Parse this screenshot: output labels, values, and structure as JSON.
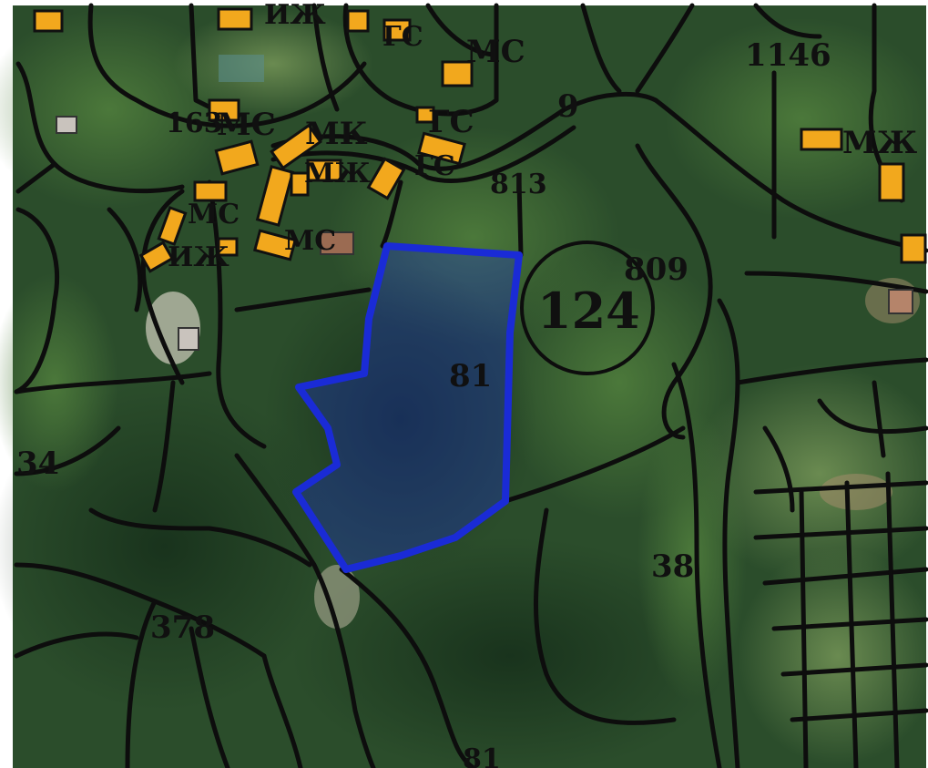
{
  "map": {
    "type": "cadastral-map-over-satellite-imagery",
    "parcel_labels": {
      "p_1146": "1146",
      "p_163": "163",
      "p_813": "813",
      "p_809": "809",
      "p_124": "124",
      "p_81": "81",
      "p_34": "34",
      "p_38": "38",
      "p_378": "378",
      "p_81b": "81",
      "p_9": "9"
    },
    "building_codes": {
      "mc_top": "МС",
      "gc_top": "ГС",
      "izh_topleft": "ИЖ",
      "mzh_right": "МЖ",
      "mk": "МК",
      "mc_mid": "МС",
      "gc_mid": "ГС",
      "mzh_mid": "МЖ",
      "mc_left": "МС",
      "izh_left": "ИЖ",
      "mc_center": "МС",
      "gc_small": "ГС",
      "mc_163": "МС"
    },
    "colors": {
      "vegetation_dark": "#1f3a22",
      "vegetation_mid": "#2f5a2c",
      "vegetation_light": "#5f8a43",
      "boundary_line": "#0d0d0d",
      "highlight_parcel": "#1a2bd6",
      "building_fill": "#f2a81d",
      "building_stroke": "#111111"
    }
  }
}
